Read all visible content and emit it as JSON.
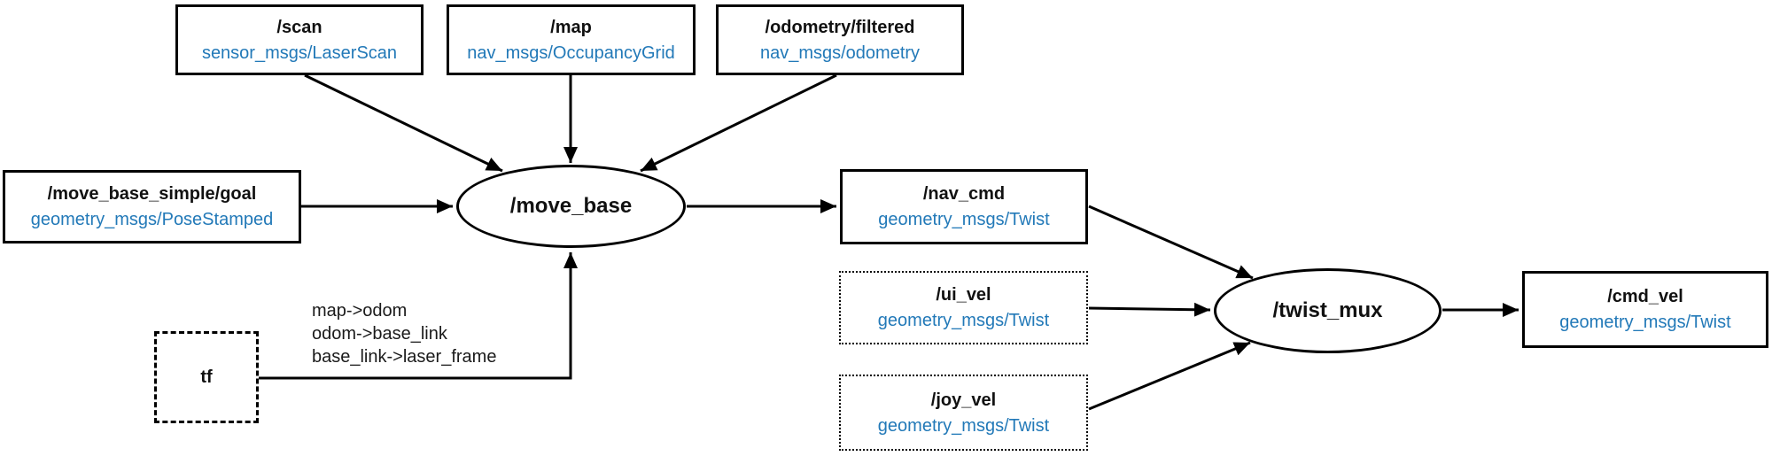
{
  "diagram": {
    "kind": "ros-node-graph"
  },
  "colors": {
    "node_border": "#000000",
    "topic_name": "#111111",
    "message_type": "#2279b8",
    "edge": "#000000",
    "background": "#ffffff"
  },
  "nodes": {
    "scan": {
      "title": "/scan",
      "type": "sensor_msgs/LaserScan",
      "shape": "rect-solid"
    },
    "map": {
      "title": "/map",
      "type": "nav_msgs/OccupancyGrid",
      "shape": "rect-solid"
    },
    "odometry_filtered": {
      "title": "/odometry/filtered",
      "type": "nav_msgs/odometry",
      "shape": "rect-solid"
    },
    "move_base_simple_goal": {
      "title": "/move_base_simple/goal",
      "type": "geometry_msgs/PoseStamped",
      "shape": "rect-solid"
    },
    "move_base": {
      "label": "/move_base",
      "shape": "ellipse"
    },
    "tf": {
      "label": "tf",
      "shape": "rect-dashed"
    },
    "nav_cmd": {
      "title": "/nav_cmd",
      "type": "geometry_msgs/Twist",
      "shape": "rect-solid"
    },
    "ui_vel": {
      "title": "/ui_vel",
      "type": "geometry_msgs/Twist",
      "shape": "rect-dotted"
    },
    "joy_vel": {
      "title": "/joy_vel",
      "type": "geometry_msgs/Twist",
      "shape": "rect-dotted"
    },
    "twist_mux": {
      "label": "/twist_mux",
      "shape": "ellipse"
    },
    "cmd_vel": {
      "title": "/cmd_vel",
      "type": "geometry_msgs/Twist",
      "shape": "rect-solid"
    }
  },
  "tf_edge": {
    "labels": [
      "map->odom",
      "odom->base_link",
      "base_link->laser_frame"
    ]
  },
  "edges": [
    {
      "from": "/scan",
      "to": "/move_base"
    },
    {
      "from": "/map",
      "to": "/move_base"
    },
    {
      "from": "/odometry/filtered",
      "to": "/move_base"
    },
    {
      "from": "/move_base_simple/goal",
      "to": "/move_base"
    },
    {
      "from": "/move_base",
      "to": "/nav_cmd"
    },
    {
      "from": "tf",
      "to": "/move_base",
      "labels": [
        "map->odom",
        "odom->base_link",
        "base_link->laser_frame"
      ]
    },
    {
      "from": "/nav_cmd",
      "to": "/twist_mux"
    },
    {
      "from": "/ui_vel",
      "to": "/twist_mux"
    },
    {
      "from": "/joy_vel",
      "to": "/twist_mux"
    },
    {
      "from": "/twist_mux",
      "to": "/cmd_vel"
    }
  ]
}
